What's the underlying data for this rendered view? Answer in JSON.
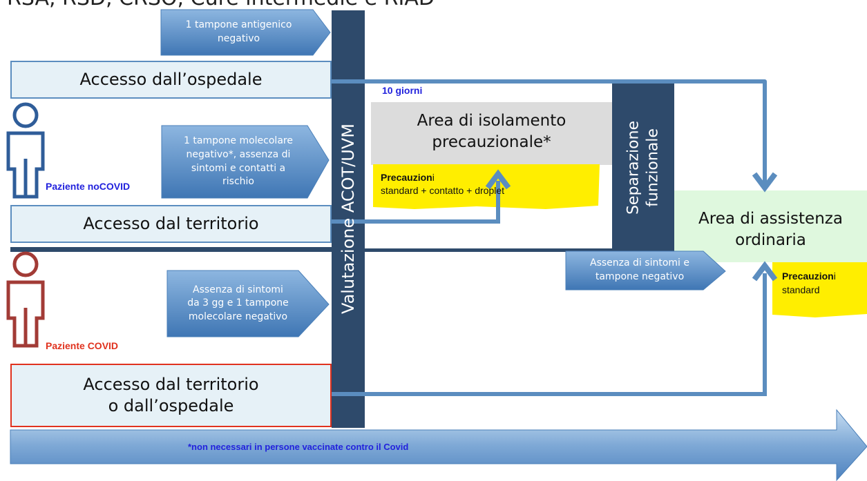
{
  "header_partial": "RSA, RSD, CRSO, Cure intermedie e RIAD",
  "left_boxes": {
    "hospital": "Accesso dall’ospedale",
    "territory": "Accesso dal territorio",
    "covid_line1": "Accesso dal territorio",
    "covid_line2": "o dall’ospedale"
  },
  "patients": {
    "nocovid": "Paziente noCOVID",
    "covid": "Paziente COVID"
  },
  "arrow_labels": {
    "antigen_line1": "1 tampone antigenico",
    "antigen_line2": "negativo",
    "molecular_line1": "1 tampone molecolare",
    "molecular_line2": "negativo*, assenza di",
    "molecular_line3": "sintomi e contatti a",
    "molecular_line4": "rischio",
    "covid_line1": "Assenza di sintomi",
    "covid_line2": "da 3 gg e 1 tampone",
    "covid_line3": "molecolare negativo",
    "recovery_line1": "Assenza di sintomi e",
    "recovery_line2": "tampone negativo"
  },
  "vertical_bars": {
    "valutazione": "Valutazione ACOT/UVM",
    "separazione_line1": "Separazione",
    "separazione_line2": "funzionale"
  },
  "isolation": {
    "days": "10 giorni",
    "title_line1": "Area di isolamento",
    "title_line2": "precauzionale*",
    "precautions_bold": "Precauzion",
    "precautions_rest": "i",
    "precautions_line2": "standard + contatto + droplet"
  },
  "ordinary": {
    "title_line1": "Area di assistenza",
    "title_line2": "ordinaria",
    "precautions_bold": "Precauzion",
    "precautions_rest": "i",
    "precautions_line2": "standard"
  },
  "footer_note": "*non necessari in persone vaccinate contro il Covid",
  "colors": {
    "bar_dark": "#2e4a6b",
    "arrow_blue": "#5b8dbf",
    "box_fill": "#e6f1f7",
    "covid_red": "#e0321e",
    "nocovid_blue": "#2222dd",
    "highlight_yellow": "#ffee00",
    "ordinary_green": "#dff8de",
    "isolation_gray": "#dcdcdc"
  }
}
